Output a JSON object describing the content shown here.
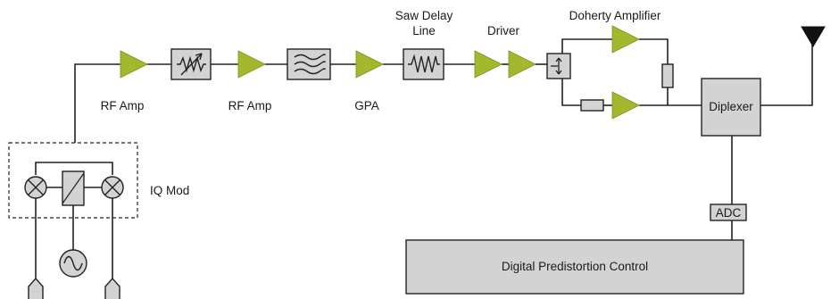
{
  "colors": {
    "amplifier": "#a3b82d",
    "block_fill": "#d3d3d3",
    "wire": "#222222",
    "background": "#ffffff"
  },
  "labels": {
    "rf_amp_1": "RF Amp",
    "rf_amp_2": "RF Amp",
    "gpa": "GPA",
    "saw_delay_line_1": "Saw Delay",
    "saw_delay_line_2": "Line",
    "driver": "Driver",
    "doherty_amplifier": "Doherty Amplifier",
    "iq_mod": "IQ Mod",
    "diplexer": "Diplexer",
    "adc": "ADC",
    "dpd_control": "Digital Predistortion Control"
  },
  "icons": [
    "amplifier-triangle-icon",
    "variable-attenuator-icon",
    "bandpass-filter-icon",
    "saw-delay-line-icon",
    "power-splitter-icon",
    "resistor-icon",
    "mixer-icon",
    "phase-shifter-icon",
    "oscillator-icon",
    "antenna-icon",
    "input-port-icon"
  ]
}
